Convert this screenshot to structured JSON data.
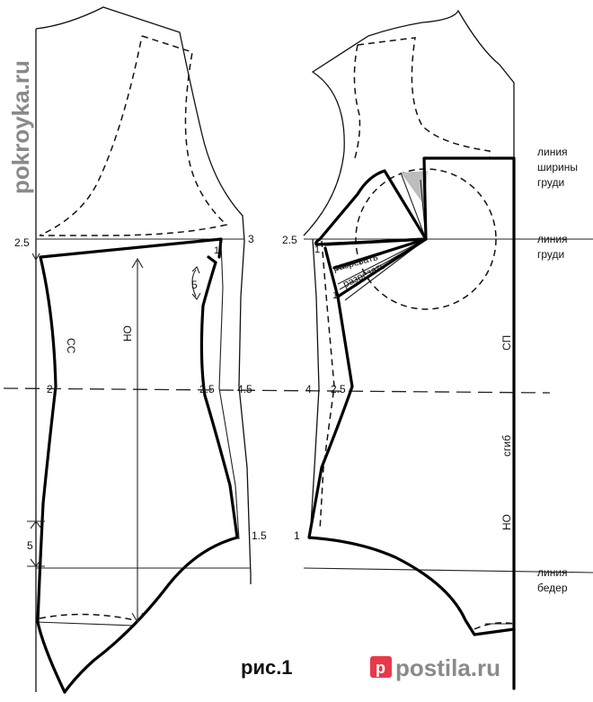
{
  "watermark_left": "pokroyka.ru",
  "watermark_bottom": "postila.ru",
  "caption": "рис.1",
  "colors": {
    "ink": "#000000",
    "watermark": "#8a8a8a",
    "watermark_logo": "#e8394a"
  },
  "left_pattern": {
    "marks": {
      "top_right": "3",
      "top_left": "2.5",
      "dart_top": "1",
      "dart_depth": "5",
      "waist_left": "2",
      "waist_mid": "2.5",
      "waist_right": "4.5",
      "hip_right": "1.5",
      "hip_dart": "5"
    },
    "vertical_labels": {
      "center_seam": "СС",
      "vertical_line": "НО"
    }
  },
  "right_pattern": {
    "marks": {
      "top_left": "2.5",
      "top_inner": "1",
      "side_inner": "1",
      "waist_left": "4",
      "waist_mid": "2.5",
      "hip_left": "1"
    },
    "cut_labels": [
      "разрезать",
      "разрезать"
    ],
    "vertical_labels": {
      "front_center": "СП",
      "fold": "сгиб",
      "vertical_line": "НО"
    },
    "lines": [
      {
        "id": "chest-width",
        "text": [
          "линия",
          "ширины",
          "груди"
        ]
      },
      {
        "id": "bust",
        "text": [
          "линия",
          "груди"
        ]
      },
      {
        "id": "hip",
        "text": [
          "линия",
          "бедер"
        ]
      }
    ]
  }
}
